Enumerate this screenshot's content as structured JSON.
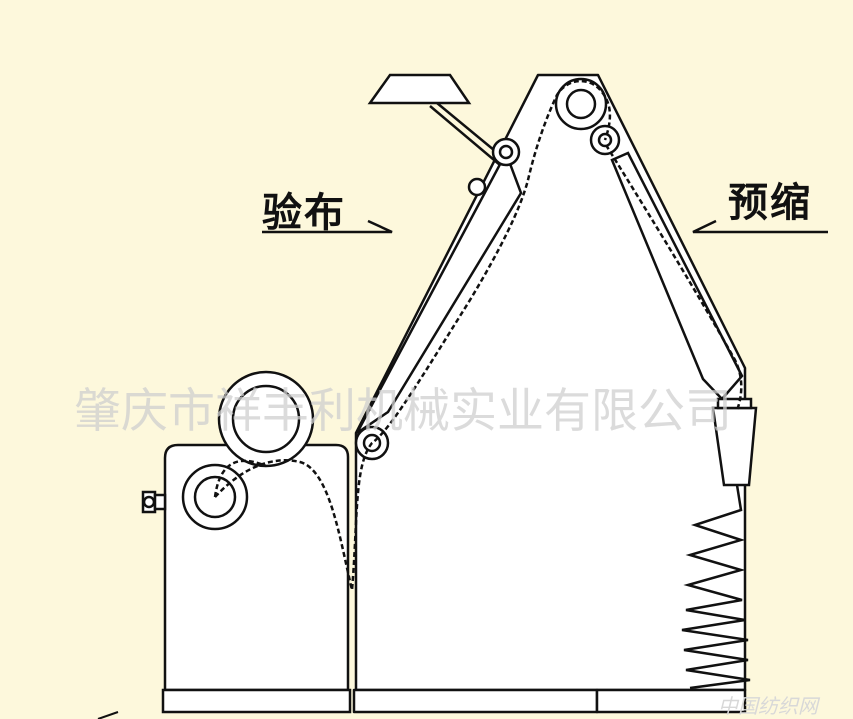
{
  "diagram": {
    "labels": {
      "inspection": "验布",
      "preshrink": "预缩"
    },
    "watermark": "肇庆市祥丰利机械实业有限公司",
    "corner_watermark": "中国纺织网",
    "colors": {
      "background": "#fdf8dc",
      "stroke": "#111111",
      "fill": "#ffffff",
      "watermark": "#cfcfcf"
    }
  }
}
